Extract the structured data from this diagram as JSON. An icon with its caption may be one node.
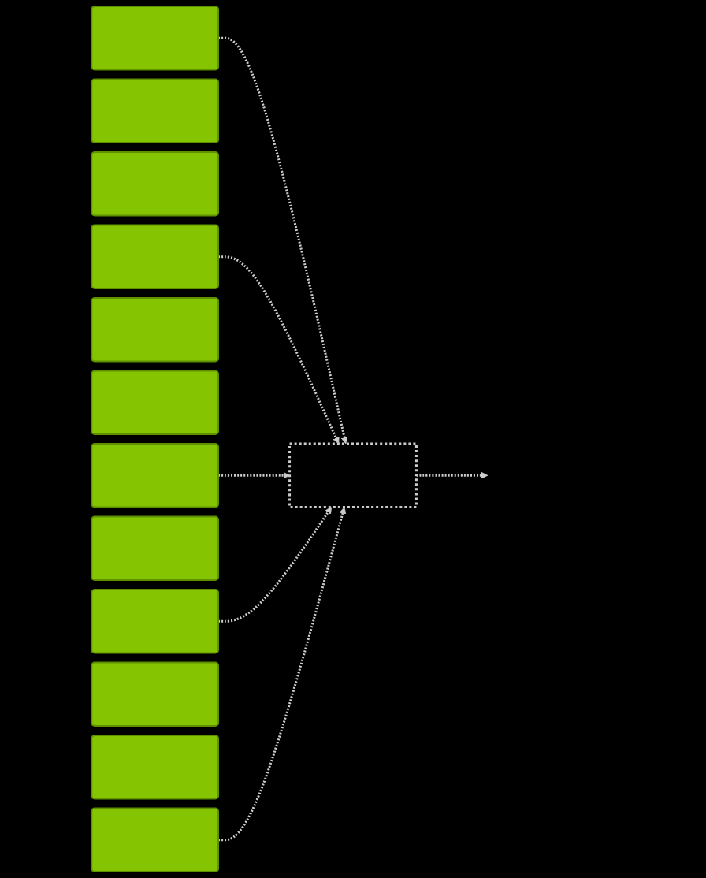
{
  "diagram": {
    "nodes": [
      {
        "text": [],
        "shape": "bar"
      },
      {
        "text": [],
        "shape": "bar"
      },
      {
        "text": [],
        "shape": "bar"
      },
      {
        "text": [],
        "shape": "bar"
      },
      {
        "text": [],
        "shape": "bar"
      },
      {
        "text": [],
        "shape": "bar"
      },
      {
        "text": [],
        "shape": "bar"
      },
      {
        "text": [],
        "shape": "bar"
      },
      {
        "text": [],
        "shape": "bar"
      },
      {
        "text": [],
        "shape": "bar"
      },
      {
        "text": [],
        "shape": "bar"
      },
      {
        "text": [],
        "shape": "bar"
      },
      {
        "text": [],
        "shape": "box"
      }
    ],
    "edges": [
      {
        "from": 0,
        "to": 12,
        "arrow": "to",
        "style": "dashed"
      },
      {
        "from": 3,
        "to": 12,
        "arrow": "to",
        "style": "dashed"
      },
      {
        "from": 6,
        "to": 12,
        "arrow": "to",
        "style": "dashed"
      },
      {
        "from": 8,
        "to": 12,
        "arrow": "to",
        "style": "dashed"
      },
      {
        "from": 11,
        "to": 12,
        "arrow": "to",
        "style": "dashed"
      },
      {
        "from": 12,
        "to": null,
        "arrow": "to",
        "style": "dashed"
      }
    ]
  }
}
